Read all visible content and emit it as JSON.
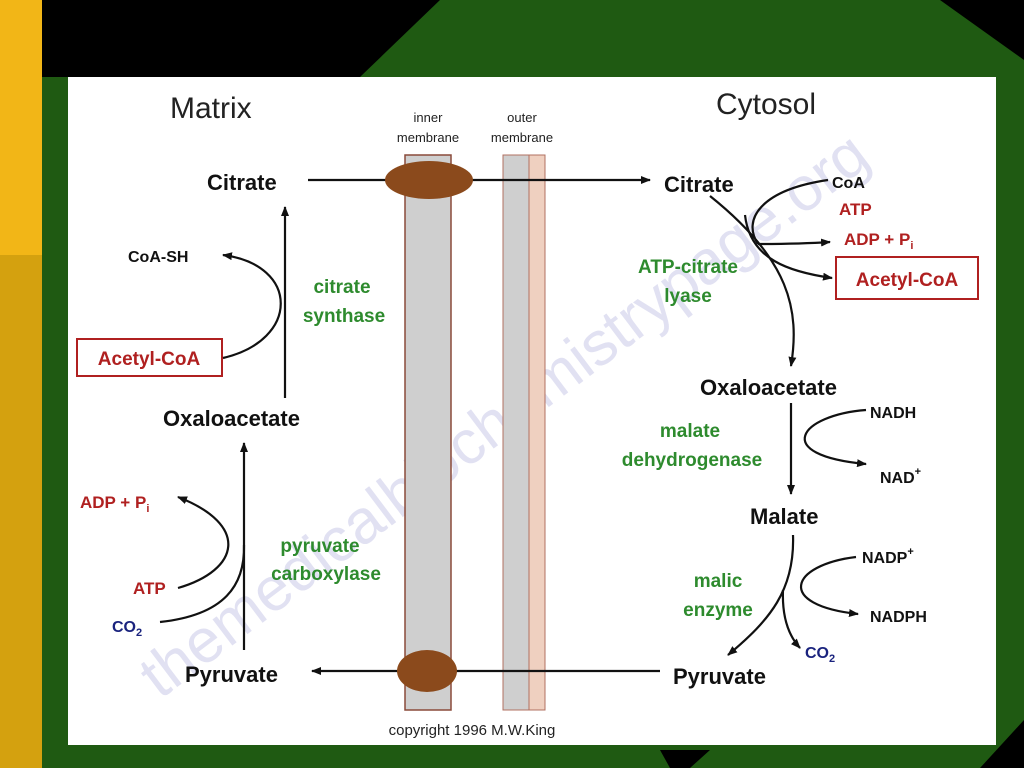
{
  "slide": {
    "colors": {
      "background_green": "#1f5a12",
      "accent_gold": "#f2b617",
      "accent_dark_gold": "#d4a10f",
      "panel": "#ffffff"
    }
  },
  "diagram": {
    "matrix_title": "Matrix",
    "cytosol_title": "Cytosol",
    "inner_membrane_line1": "inner",
    "inner_membrane_line2": "membrane",
    "outer_membrane_line1": "outer",
    "outer_membrane_line2": "membrane",
    "watermark": "themedicalbiochemistrypage.org",
    "copyright": "copyright 1996 M.W.King",
    "matrix": {
      "citrate": "Citrate",
      "coa_sh": "CoA-SH",
      "enzyme_citrate_synthase_line1": "citrate",
      "enzyme_citrate_synthase_line2": "synthase",
      "acetyl_coa": "Acetyl-CoA",
      "oxaloacetate": "Oxaloacetate",
      "adp_pi": "ADP + P",
      "adp_pi_sub": "i",
      "enzyme_pyruvate_carboxylase_line1": "pyruvate",
      "enzyme_pyruvate_carboxylase_line2": "carboxylase",
      "atp": "ATP",
      "co2": "CO",
      "co2_sub": "2",
      "pyruvate": "Pyruvate"
    },
    "cytosol": {
      "citrate": "Citrate",
      "coa": "CoA",
      "atp": "ATP",
      "adp_pi": "ADP + P",
      "adp_pi_sub": "i",
      "acetyl_coa": "Acetyl-CoA",
      "enzyme_atp_citrate_lyase_line1": "ATP-citrate",
      "enzyme_atp_citrate_lyase_line2": "lyase",
      "oxaloacetate": "Oxaloacetate",
      "nadh": "NADH",
      "enzyme_malate_dh_line1": "malate",
      "enzyme_malate_dh_line2": "dehydrogenase",
      "nad": "NAD",
      "nad_sup": "+",
      "malate": "Malate",
      "nadp": "NADP",
      "nadp_sup": "+",
      "enzyme_malic_line1": "malic",
      "enzyme_malic_line2": "enzyme",
      "nadph": "NADPH",
      "co2": "CO",
      "co2_sub": "2",
      "pyruvate": "Pyruvate"
    }
  }
}
